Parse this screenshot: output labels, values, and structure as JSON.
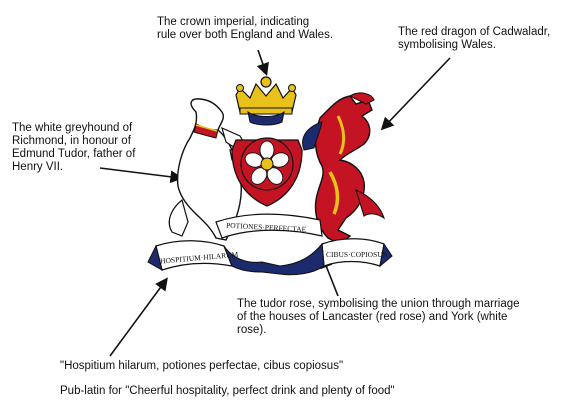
{
  "annotations": {
    "crown": "The crown imperial, indicating\nrule over both England and Wales.",
    "dragon": "The red dragon of Cadwaladr,\nsymbolising Wales.",
    "greyhound": "The white greyhound of\nRichmond, in honour of\nEdmund Tudor, father of\nHenry VII.",
    "rose": "The tudor rose, symbolising the union through marriage\nof the houses of Lancaster (red rose) and York (white\nrose).",
    "motto": "\"Hospitium hilarum, potiones perfectae, cibus copiosus\"",
    "translation": "Pub-latin for \"Cheerful hospitality, perfect drink and plenty of food\""
  },
  "motto_scroll": {
    "left": "HOSPITIUM·HILARUM",
    "center": "POTIONES·PERFECTAE",
    "right": "CIBUS·COPIOSUS"
  },
  "colors": {
    "gold": "#e8c21a",
    "red": "#c41424",
    "navy": "#1c2a6e",
    "white": "#ffffff",
    "outline": "#111111"
  }
}
